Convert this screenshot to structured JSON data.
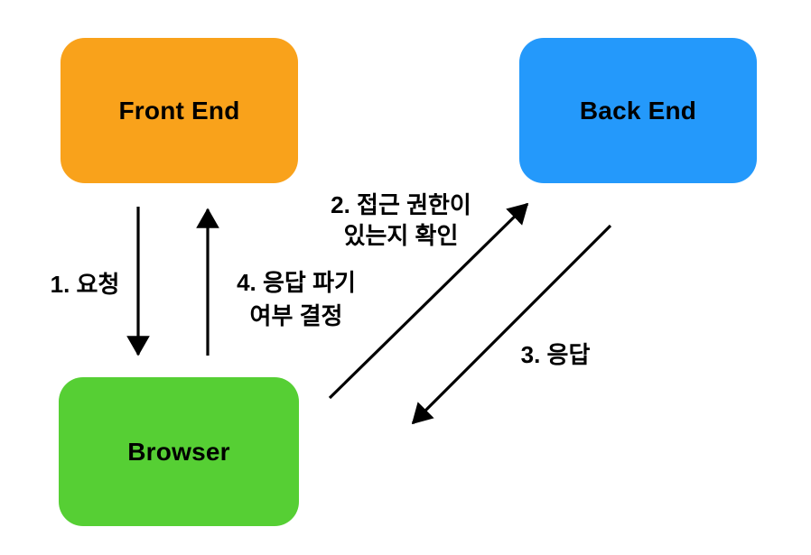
{
  "diagram": {
    "background_color": "#ffffff",
    "arrow_color": "#000000",
    "text_color": "#000000"
  },
  "nodes": {
    "front_end": {
      "label": "Front End",
      "color": "#F9A21B"
    },
    "back_end": {
      "label": "Back End",
      "color": "#2499FB"
    },
    "browser": {
      "label": "Browser",
      "color": "#56CF34"
    }
  },
  "labels": {
    "request": {
      "line1": "1. 요청"
    },
    "check_permission": {
      "line1": "2. 접근 권한이",
      "line2": "있는지 확인"
    },
    "response": {
      "line1": "3. 응답"
    },
    "discard_decision": {
      "line1": "4. 응답 파기",
      "line2": "여부 결정"
    }
  }
}
